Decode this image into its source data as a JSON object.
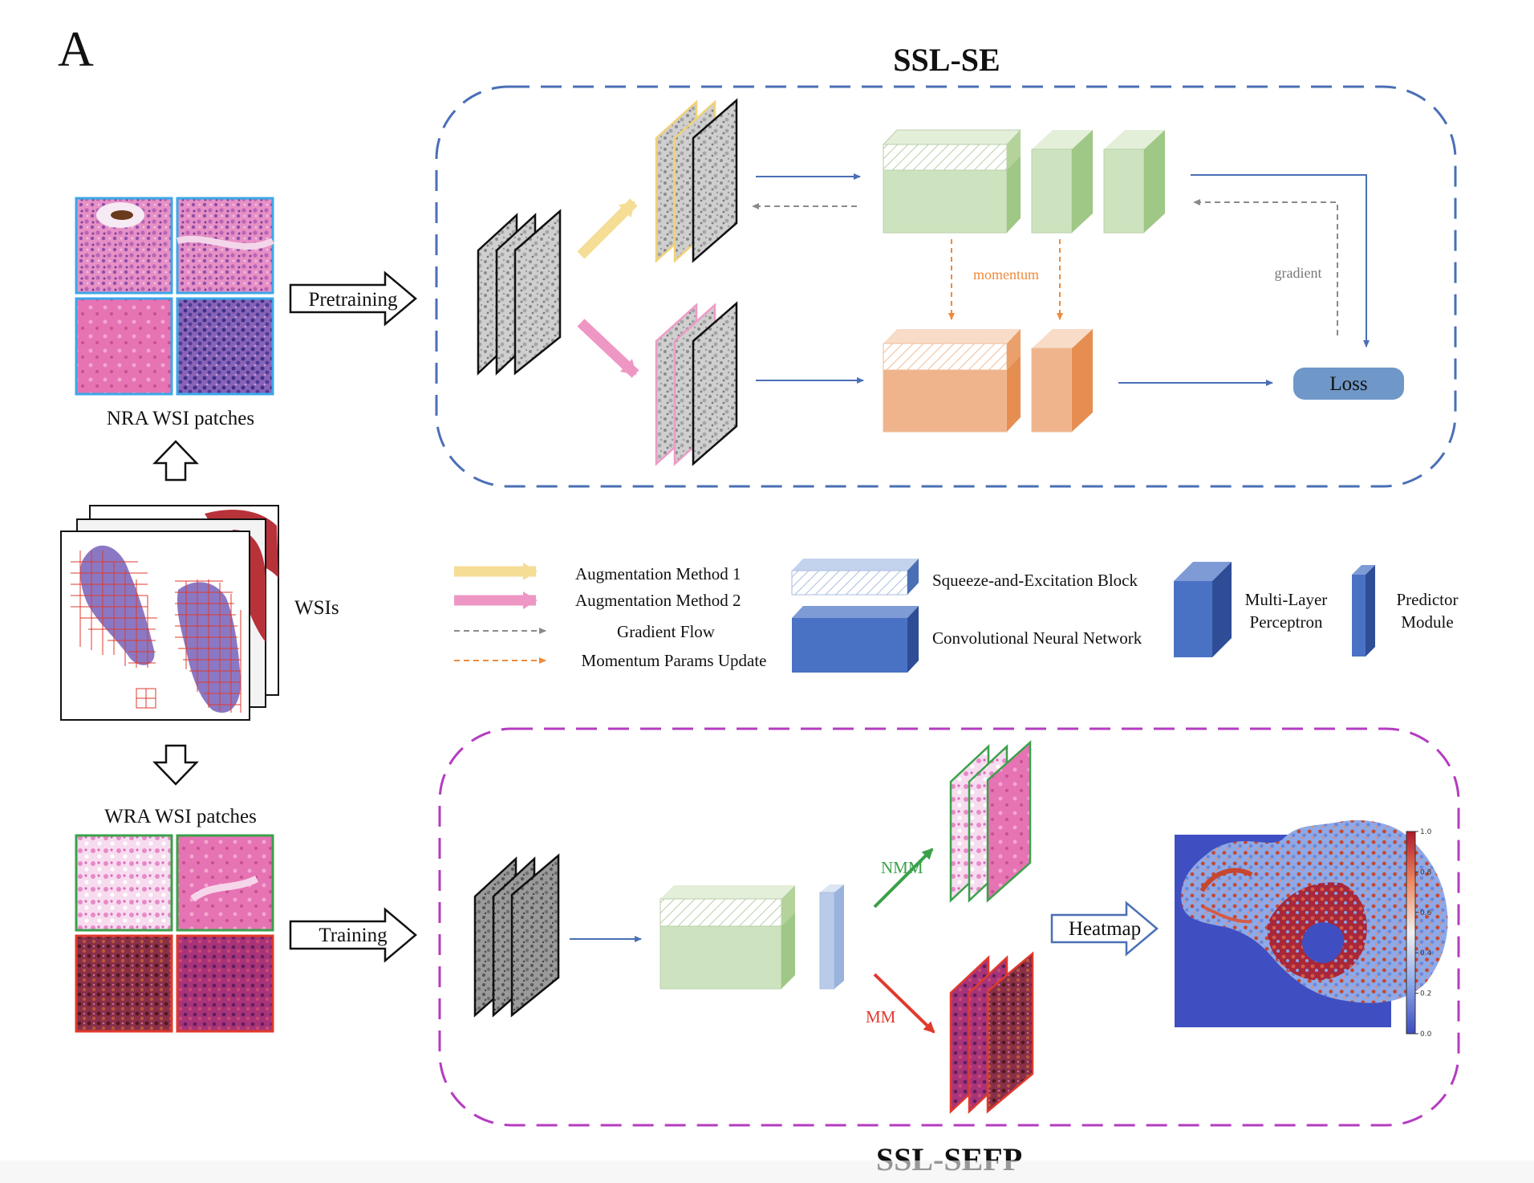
{
  "panel_label": "A",
  "top_section": {
    "title": "SSL-SE",
    "momentum_label": "momentum",
    "gradient_label": "gradient",
    "loss_label": "Loss"
  },
  "bottom_section": {
    "title": "SSL-SEFP",
    "nmm_label": "NMM",
    "mm_label": "MM",
    "heatmap_label": "Heatmap",
    "colorbar_ticks": [
      "1.0",
      "0.8",
      "0.6",
      "0.4",
      "0.2",
      "0.0"
    ]
  },
  "left_column": {
    "nra_label": "NRA WSI patches",
    "wsis_label": "WSIs",
    "wra_label": "WRA WSI patches",
    "pretraining_label": "Pretraining",
    "training_label": "Training"
  },
  "legend": {
    "aug1": "Augmentation Method 1",
    "aug2": "Augmentation Method 2",
    "gradient_flow": "Gradient Flow",
    "momentum_update": "Momentum Params Update",
    "se_block": "Squeeze-and-Excitation Block",
    "cnn": "Convolutional Neural Network",
    "mlp_line1": "Multi-Layer",
    "mlp_line2": "Perceptron",
    "pred_line1": "Predictor",
    "pred_line2": "Module"
  },
  "colors": {
    "blue_dash": "#4a6fb5",
    "magenta_dash": "#b43cc0",
    "green_face": "#cde3bf",
    "orange_face": "#efb48c",
    "yellow_arrow": "#f5dd96",
    "pink_arrow": "#ef97c4",
    "loss_fill": "#6f97c7"
  }
}
